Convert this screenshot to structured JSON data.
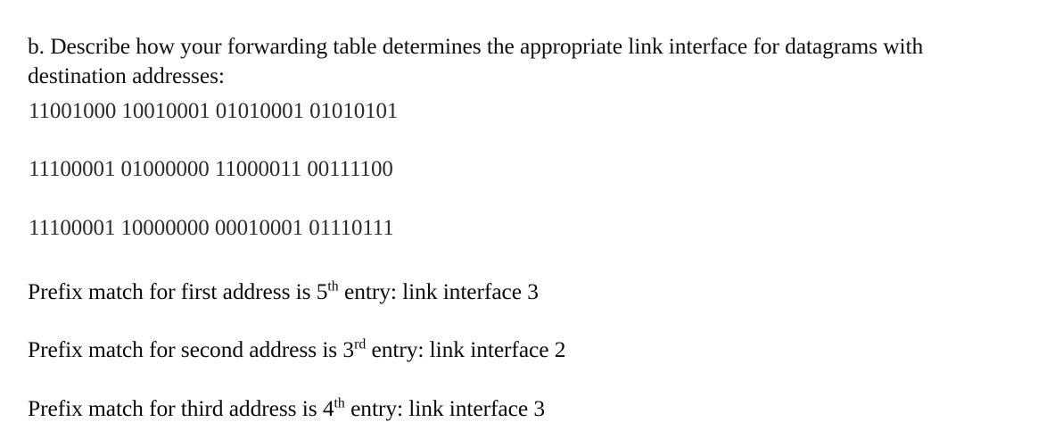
{
  "document": {
    "intro": {
      "label": "b.",
      "text": "b. Describe how your forwarding table determines the appropriate link interface for datagrams with destination addresses:"
    },
    "addresses": [
      "11001000 10010001 01010001 01010101",
      "11100001 01000000 11000011 00111100",
      "11100001 10000000 00010001 01110111"
    ],
    "answers": [
      {
        "prefix": "Prefix match for first address is 5",
        "ordinal_suffix": "th",
        "suffix": " entry: link interface 3",
        "entry_number": "5",
        "link_interface": "3",
        "which_address": "first"
      },
      {
        "prefix": "Prefix match for second address is 3",
        "ordinal_suffix": "rd",
        "suffix": " entry: link interface 2",
        "entry_number": "3",
        "link_interface": "2",
        "which_address": "second"
      },
      {
        "prefix": "Prefix match for third address is 4",
        "ordinal_suffix": "th",
        "suffix": " entry: link interface 3",
        "entry_number": "4",
        "link_interface": "3",
        "which_address": "third"
      }
    ],
    "colors": {
      "background": "#ffffff",
      "body_text": "#111111",
      "address_text": "#2c2c2c",
      "answer_text": "#0a0a0a"
    }
  }
}
